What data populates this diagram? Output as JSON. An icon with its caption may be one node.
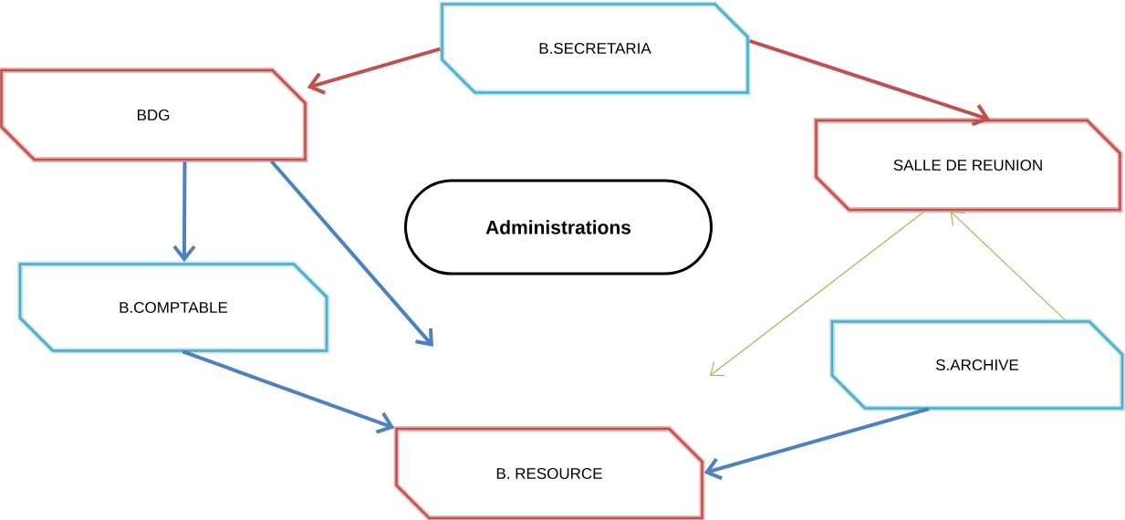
{
  "diagram": {
    "nodes": [
      {
        "text": [
          "B.SECRETARIA"
        ]
      },
      {
        "text": [
          "BDG"
        ]
      },
      {
        "text": [
          "SALLE DE REUNION"
        ]
      },
      {
        "text": [
          "Administrations"
        ]
      },
      {
        "text": [
          "B.COMPTABLE"
        ]
      },
      {
        "text": [
          "S.ARCHIVE"
        ]
      },
      {
        "text": [
          "B. RESOURCE"
        ]
      }
    ],
    "edges": [
      {
        "from": 0,
        "to": 1,
        "arrow": "to",
        "color": "#c0504d"
      },
      {
        "from": 0,
        "to": 2,
        "arrow": "to",
        "color": "#c0504d"
      },
      {
        "from": 1,
        "to": 4,
        "arrow": "to"
      },
      {
        "from": 1,
        "to": null,
        "arrow": "to"
      },
      {
        "from": 4,
        "to": 6,
        "arrow": "to"
      },
      {
        "from": 2,
        "to": null,
        "arrow": "to",
        "color": "#9bbb59"
      },
      {
        "from": 5,
        "to": 2,
        "arrow": "to",
        "color": "#9bbb59"
      },
      {
        "from": 5,
        "to": 6,
        "arrow": "to"
      }
    ]
  }
}
